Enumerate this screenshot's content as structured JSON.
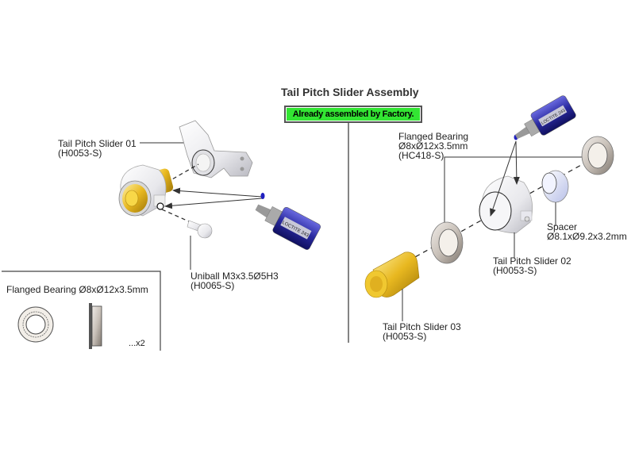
{
  "title": "Tail Pitch Slider Assembly",
  "badge": "Already assembled by Factory.",
  "colors": {
    "badge_bg": "#33e533",
    "brass": "#e8b820",
    "loctite_blue": "#2a2aa0",
    "line": "#333333"
  },
  "left_assembly": {
    "slider01": {
      "name": "Tail Pitch Slider 01",
      "code": "(H0053-S)"
    },
    "uniball": {
      "name": "Uniball M3x3.5Ø5H3",
      "code": "(H0065-S)"
    },
    "loctite_label": "LOCTITE 243"
  },
  "right_assembly": {
    "bearing": {
      "name": "Flanged Bearing",
      "size": "Ø8xØ12x3.5mm",
      "code": "(HC418-S)"
    },
    "spacer": {
      "name": "Spacer",
      "size": "Ø8.1xØ9.2x3.2mm"
    },
    "slider02": {
      "name": "Tail Pitch Slider 02",
      "code": "(H0053-S)"
    },
    "slider03": {
      "name": "Tail Pitch Slider 03",
      "code": "(H0053-S)"
    },
    "loctite_label": "LOCTITE 243"
  },
  "parts_box": {
    "label": "Flanged Bearing Ø8xØ12x3.5mm",
    "quantity": "...x2"
  }
}
